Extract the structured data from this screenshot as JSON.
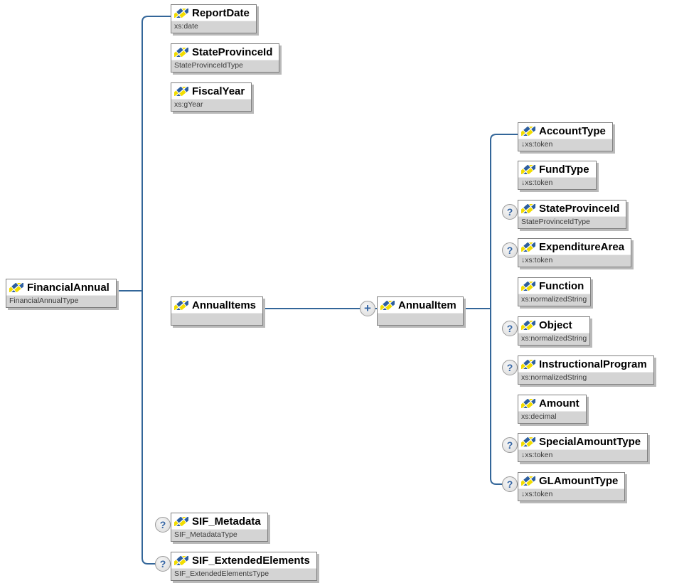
{
  "diagram_type": "xml-schema-content-model",
  "colors": {
    "connector_line": "#336699",
    "box_border": "#7f7f7f",
    "box_shadow": "#b9b9b9",
    "footer_bg": "#d4d4d4",
    "badge_glyph_blue": "#3465a4",
    "icon_yellow": "#f2dd00",
    "icon_blue": "#2d5e9e"
  },
  "icons": {
    "optional_glyph": "?",
    "repeat_glyph": "+"
  },
  "nodes": [
    {
      "name": "FinancialAnnual",
      "type": "FinancialAnnualType"
    },
    {
      "name": "ReportDate",
      "type": "xs:date"
    },
    {
      "name": "StateProvinceId",
      "type": "StateProvinceIdType"
    },
    {
      "name": "FiscalYear",
      "type": "xs:gYear"
    },
    {
      "name": "AnnualItems",
      "type": ""
    },
    {
      "name": "AnnualItem",
      "type": "",
      "repeating": true
    },
    {
      "name": "AccountType",
      "type": "↓xs:token"
    },
    {
      "name": "FundType",
      "type": "↓xs:token"
    },
    {
      "name": "StateProvinceId",
      "type": "StateProvinceIdType",
      "optional": true
    },
    {
      "name": "ExpenditureArea",
      "type": "↓xs:token",
      "optional": true
    },
    {
      "name": "Function",
      "type": "xs:normalizedString"
    },
    {
      "name": "Object",
      "type": "xs:normalizedString",
      "optional": true
    },
    {
      "name": "InstructionalProgram",
      "type": "xs:normalizedString",
      "optional": true
    },
    {
      "name": "Amount",
      "type": "xs:decimal"
    },
    {
      "name": "SpecialAmountType",
      "type": "↓xs:token",
      "optional": true
    },
    {
      "name": "GLAmountType",
      "type": "↓xs:token",
      "optional": true
    },
    {
      "name": "SIF_Metadata",
      "type": "SIF_MetadataType",
      "optional": true
    },
    {
      "name": "SIF_ExtendedElements",
      "type": "SIF_ExtendedElementsType",
      "optional": true
    }
  ]
}
